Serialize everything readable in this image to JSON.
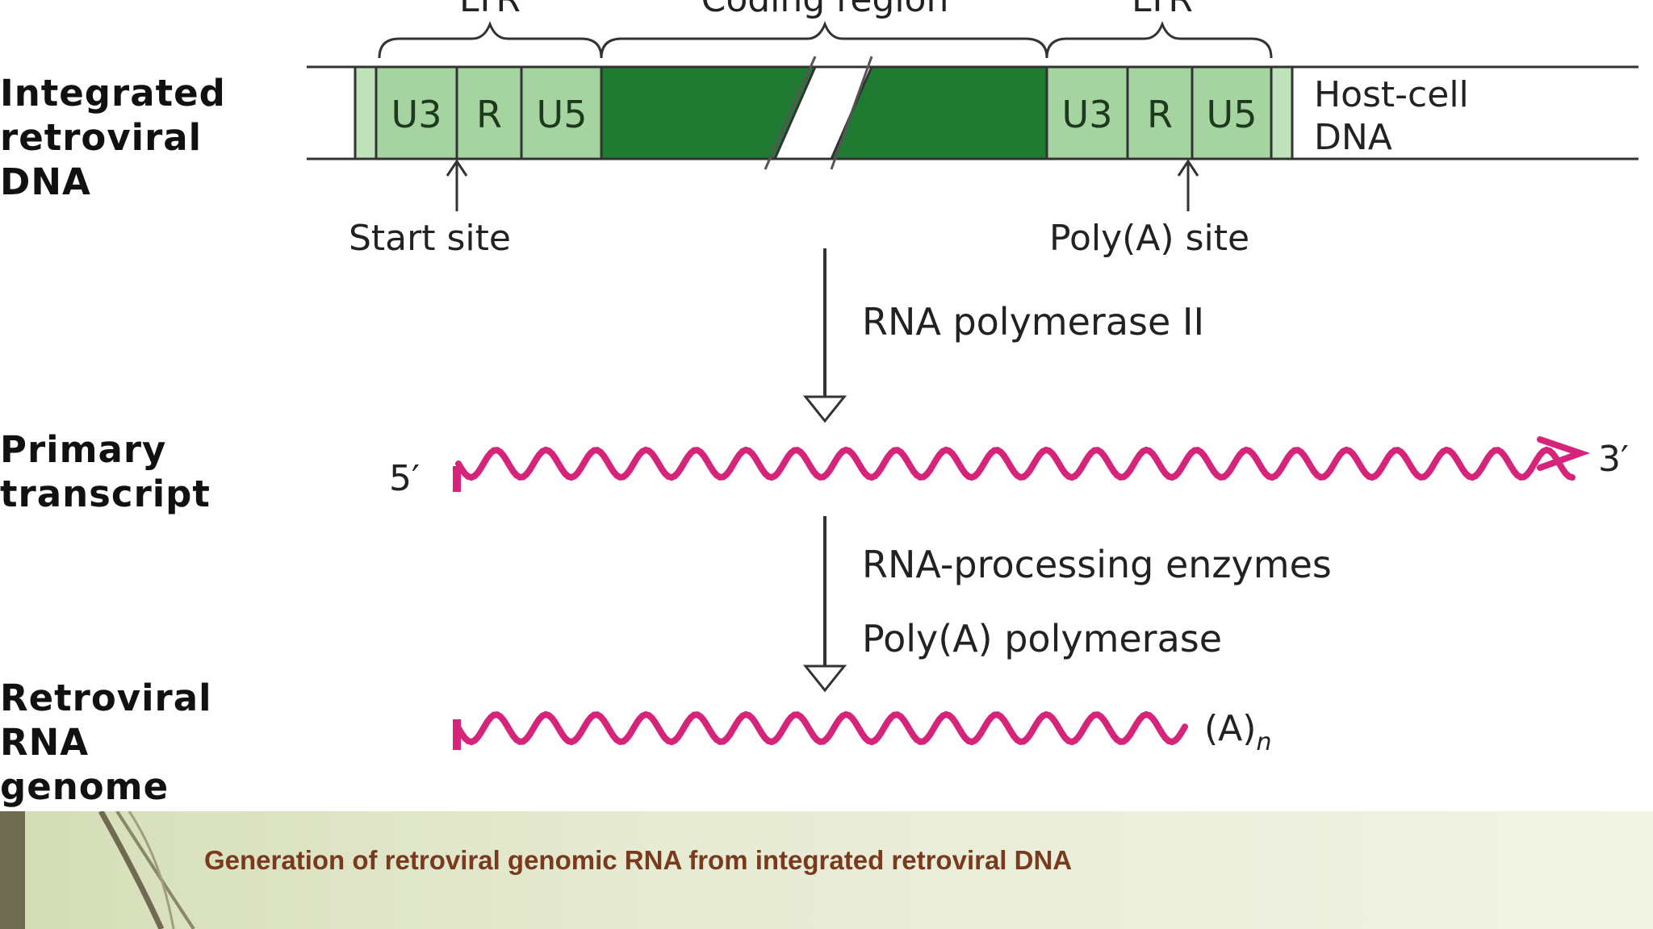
{
  "labels": {
    "dna": "Integrated\nretroviral\nDNA",
    "transcript": "Primary\ntranscript",
    "genome": "Retroviral\nRNA\ngenome"
  },
  "braces": {
    "ltr_left": "LTR",
    "coding": "Coding region",
    "ltr_right": "LTR"
  },
  "segments": {
    "u3": "U3",
    "r": "R",
    "u5": "U5"
  },
  "host_dna": "Host-cell\nDNA",
  "sites": {
    "start": "Start site",
    "polya": "Poly(A) site"
  },
  "steps": {
    "step1": "RNA polymerase II",
    "step2a": "RNA-processing enzymes",
    "step2b": "Poly(A) polymerase"
  },
  "ends": {
    "five": "5′",
    "three": "3′",
    "polya_tail": "(A)",
    "polya_sub": "n"
  },
  "caption": "Generation of retroviral genomic RNA from integrated retroviral DNA",
  "colors": {
    "light_green": "#a6d4a0",
    "dark_green": "#1f7a32",
    "rna": "#d6247a",
    "caption": "#7a3a1e"
  }
}
